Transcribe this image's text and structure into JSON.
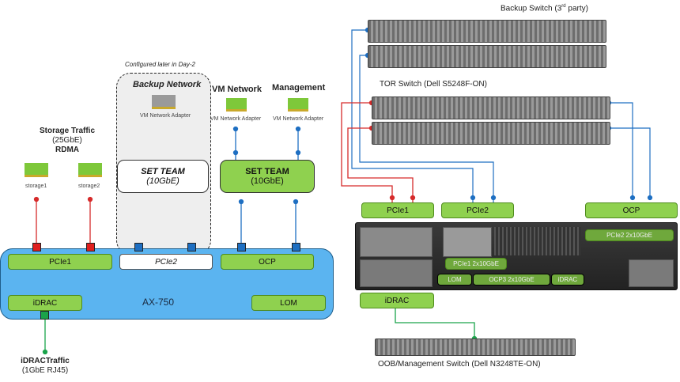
{
  "left": {
    "configured_later": "Configured later in Day-2",
    "storage_title": [
      "Storage Traffic",
      "(25GbE)",
      "RDMA"
    ],
    "storage_adapters": [
      "storage1",
      "storage2"
    ],
    "backup_network": "Backup Network",
    "vm_network": "VM Network",
    "management": "Management",
    "vm_network_adapter": "VM Network Adapter",
    "set_team_1": [
      "SET TEAM",
      "(10GbE)"
    ],
    "set_team_2": [
      "SET TEAM",
      "(10GbE)"
    ],
    "slots": [
      "PCIe1",
      "PCIe2",
      "OCP"
    ],
    "idrac": "iDRAC",
    "lom": "LOM",
    "server_name": "AX-750",
    "idrac_traffic": [
      "iDRACTraffic",
      "(1GbE RJ45)"
    ]
  },
  "right": {
    "backup_switch_label": "Backup Switch (3",
    "backup_switch_sup": "rd",
    "backup_switch_suffix": " party)",
    "tor_switch": "TOR Switch (Dell S5248F-ON)",
    "server_slots": [
      "PCIe1",
      "PCIe2",
      "OCP"
    ],
    "idrac": "iDRAC",
    "oob_switch": "OOB/Management  Switch (Dell N3248TE-ON)",
    "chassis_labels": {
      "pcie2": "PCIe2 2x10GbE",
      "pcie1": "PCIe1 2x10GbE",
      "lom": "LOM",
      "ocp3": "OCP3 2x10GbE",
      "idrac": "iDRAC"
    }
  },
  "colors": {
    "green": "#8fd14f",
    "server_blue": "#5bb4f0",
    "red": "#d62b2b",
    "blue": "#1e6fc2",
    "mgmt_green": "#1aa34a"
  }
}
